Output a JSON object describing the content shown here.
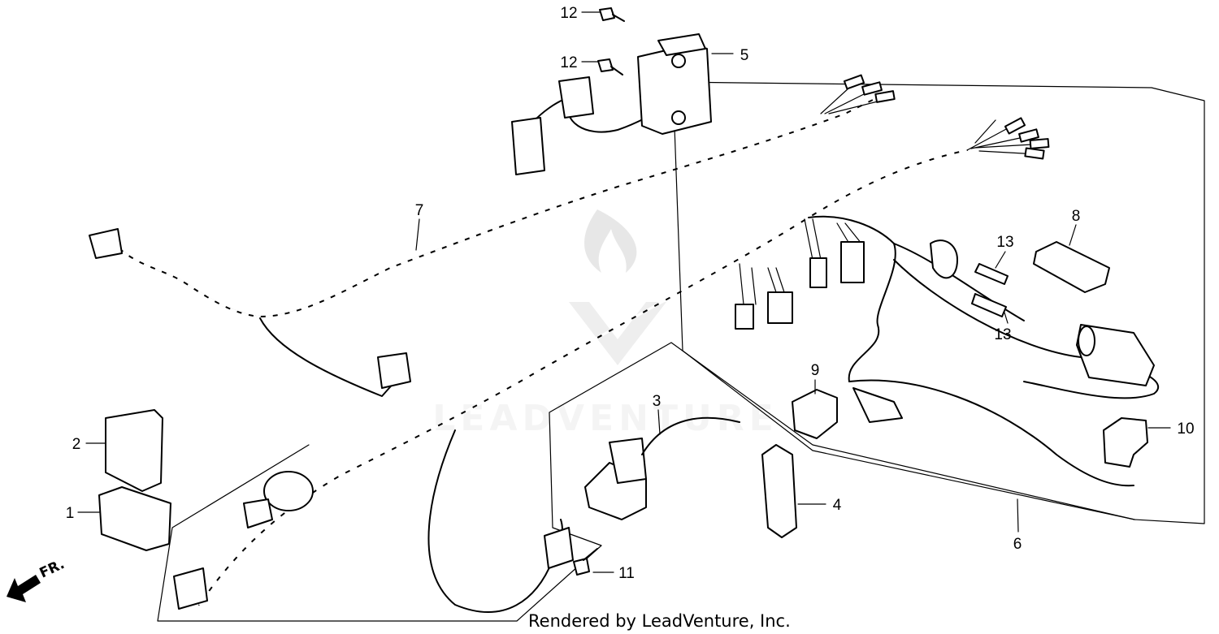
{
  "diagram": {
    "callouts": [
      {
        "id": "p12a",
        "label": "12"
      },
      {
        "id": "p12b",
        "label": "12"
      },
      {
        "id": "p5",
        "label": "5"
      },
      {
        "id": "p7",
        "label": "7"
      },
      {
        "id": "p8",
        "label": "8"
      },
      {
        "id": "p13a",
        "label": "13"
      },
      {
        "id": "p13b",
        "label": "13"
      },
      {
        "id": "p9",
        "label": "9"
      },
      {
        "id": "p3",
        "label": "3"
      },
      {
        "id": "p2",
        "label": "2"
      },
      {
        "id": "p1",
        "label": "1"
      },
      {
        "id": "p10",
        "label": "10"
      },
      {
        "id": "p4",
        "label": "4"
      },
      {
        "id": "p6",
        "label": "6"
      },
      {
        "id": "p11",
        "label": "11"
      }
    ],
    "direction_label": "FR.",
    "watermark": "LEADVENTURE",
    "footer": "Rendered by LeadVenture, Inc."
  }
}
